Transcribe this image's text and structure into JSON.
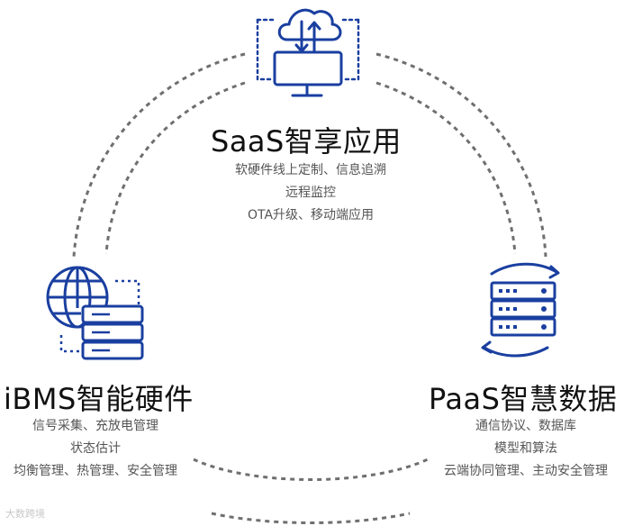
{
  "colors": {
    "accent": "#1a3fa0",
    "dash": "#6f6f6f",
    "title": "#111111",
    "desc": "#555555"
  },
  "saas": {
    "title": "SaaS智享应用",
    "lines": [
      "软硬件线上定制、信息追溯",
      "远程监控",
      "OTA升级、移动端应用"
    ]
  },
  "ibms": {
    "title": "iBMS智能硬件",
    "lines": [
      "信号采集、充放电管理",
      "状态估计",
      "均衡管理、热管理、安全管理"
    ]
  },
  "paas": {
    "title": "PaaS智慧数据",
    "lines": [
      "通信协议、数据库",
      "模型和算法",
      "云端协同管理、主动安全管理"
    ]
  },
  "watermark": {
    "text": "大数跨境"
  }
}
